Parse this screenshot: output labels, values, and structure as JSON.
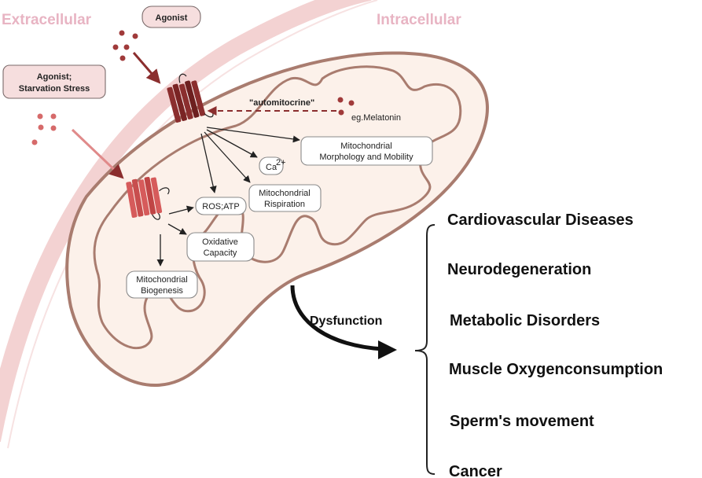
{
  "colors": {
    "membrane": "#f3d2d2",
    "mito_fill": "#fcf1ea",
    "mito_stroke": "#a97c6f",
    "receptor_dark": "#8b2e2e",
    "receptor_light": "#d65b5b",
    "ligand": "#a03a3a",
    "region_label": "#e8b4c3"
  },
  "regions": {
    "extracellular": "Extracellular",
    "intracellular": "Intracellular"
  },
  "agonist_top": "Agonist",
  "agonist_left": {
    "line1": "Agonist;",
    "line2": "Starvation Stress"
  },
  "automitocrine": "\"automitocrine\"",
  "melatonin": "eg.Melatonin",
  "calcium": {
    "base": "Ca",
    "sup": "2+"
  },
  "boxes": {
    "morphology": {
      "line1": "Mitochondrial",
      "line2": "Morphology and Mobility"
    },
    "respiration": {
      "line1": "Mitochondrial",
      "line2": "Rispiration"
    },
    "ros": "ROS;ATP",
    "oxidative": {
      "line1": "Oxidative",
      "line2": "Capacity"
    },
    "biogenesis": {
      "line1": "Mitochondrial",
      "line2": "Biogenesis"
    }
  },
  "dysfunction": "Dysfunction",
  "outcomes": [
    "Cardiovascular Diseases",
    "Neurodegeneration",
    "Metabolic Disorders",
    "Muscle Oxygenconsumption",
    "Sperm's movement",
    "Cancer"
  ]
}
